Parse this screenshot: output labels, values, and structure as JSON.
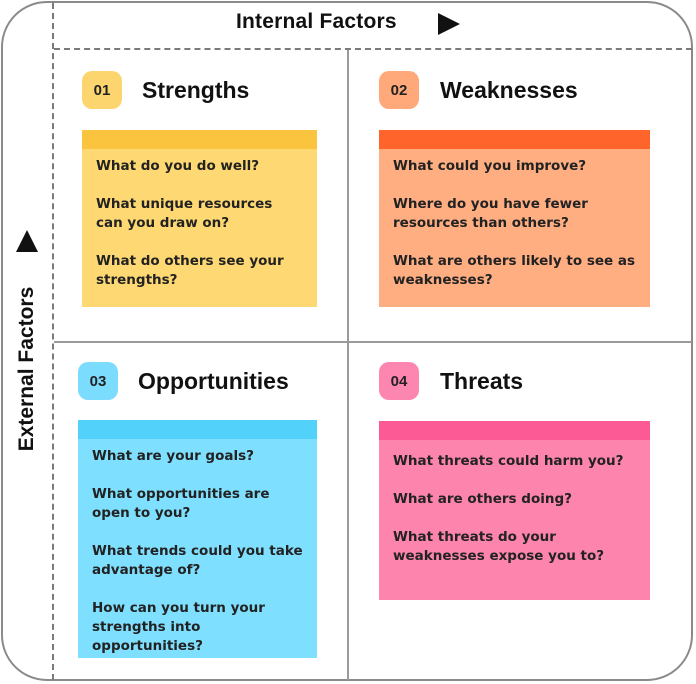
{
  "axes": {
    "internal_label": "Internal Factors",
    "external_label": "External Factors"
  },
  "quadrants": [
    {
      "number": "01",
      "title": "Strengths",
      "colors": {
        "badge": "#fdd56e",
        "strip": "#fbc43e",
        "note": "#fed872"
      },
      "questions": [
        "What do you do well?",
        "What unique resources can you draw on?",
        "What do others see your strengths?"
      ]
    },
    {
      "number": "02",
      "title": "Weaknesses",
      "colors": {
        "badge": "#ffa87a",
        "strip": "#ff642a",
        "note": "#ffae82"
      },
      "questions": [
        "What could you improve?",
        "Where do you have fewer resources than others?",
        "What are others likely to see as weaknesses?"
      ]
    },
    {
      "number": "03",
      "title": "Opportunities",
      "colors": {
        "badge": "#7cdcfd",
        "strip": "#52d1fb",
        "note": "#7fdffe"
      },
      "questions": [
        "What are your goals?",
        "What opportunities are open to you?",
        "What trends could you take advantage of?",
        "How can you turn your strengths into opportunities?"
      ]
    },
    {
      "number": "04",
      "title": "Threats",
      "colors": {
        "badge": "#fd86b0",
        "strip": "#fc5a94",
        "note": "#fd84ad"
      },
      "questions": [
        "What threats could harm you?",
        "What are others doing?",
        "What threats do your weaknesses expose you to?"
      ]
    }
  ]
}
